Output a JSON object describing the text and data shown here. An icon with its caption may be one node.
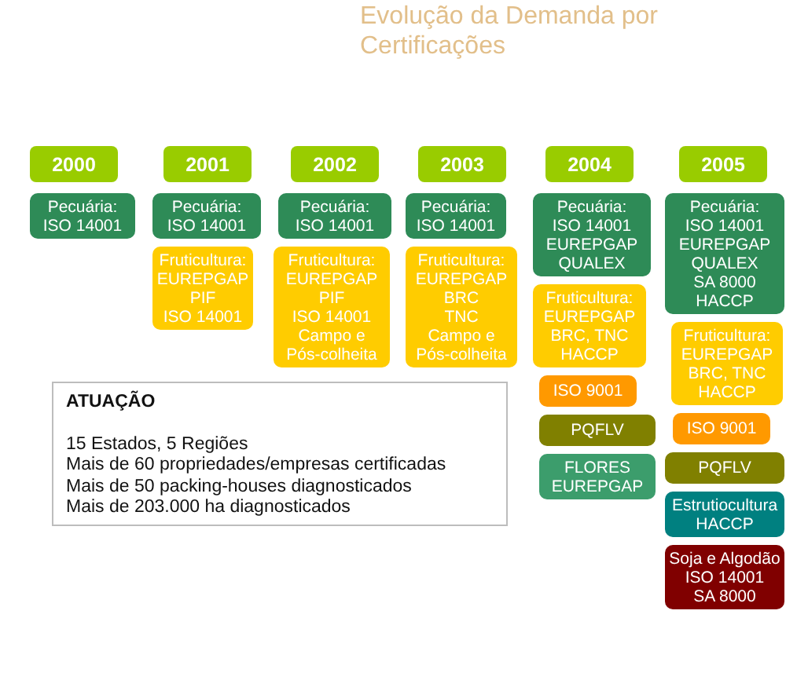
{
  "diagram": {
    "title": "Evolução da Demanda por Certificações",
    "nodes": [
      {
        "text": [
          "2000"
        ]
      },
      {
        "text": [
          "2001"
        ]
      },
      {
        "text": [
          "2002"
        ]
      },
      {
        "text": [
          "2003"
        ]
      },
      {
        "text": [
          "2004"
        ]
      },
      {
        "text": [
          "2005"
        ]
      },
      {
        "text": [
          "Pecuária:",
          "ISO 14001"
        ]
      },
      {
        "text": [
          "Pecuária:",
          "ISO 14001"
        ]
      },
      {
        "text": [
          "Fruticultura:",
          "EUREPGAP",
          "PIF",
          "ISO 14001"
        ]
      },
      {
        "text": [
          "Pecuária:",
          "ISO 14001"
        ]
      },
      {
        "text": [
          "Fruticultura:",
          "EUREPGAP",
          "PIF",
          "ISO 14001",
          "Campo e Pós-colheita"
        ]
      },
      {
        "text": [
          "Pecuária:",
          "ISO 14001"
        ]
      },
      {
        "text": [
          "Fruticultura:",
          "EUREPGAP",
          "BRC",
          "TNC",
          "Campo e Pós-colheita"
        ]
      },
      {
        "text": [
          "Pecuária:",
          "ISO 14001",
          "EUREPGAP",
          "QUALEX"
        ]
      },
      {
        "text": [
          "Fruticultura:",
          "EUREPGAP",
          "BRC, TNC",
          "HACCP"
        ]
      },
      {
        "text": [
          "ISO 9001"
        ]
      },
      {
        "text": [
          "PQFLV"
        ]
      },
      {
        "text": [
          "FLORES",
          "EUREPGAP"
        ]
      },
      {
        "text": [
          "Pecuária:",
          "ISO 14001",
          "EUREPGAP",
          "QUALEX",
          "SA 8000",
          "HACCP"
        ]
      },
      {
        "text": [
          "Fruticultura:",
          "EUREPGAP",
          "BRC, TNC",
          "HACCP"
        ]
      },
      {
        "text": [
          "ISO 9001"
        ]
      },
      {
        "text": [
          "PQFLV"
        ]
      },
      {
        "text": [
          "Estrutiocultura",
          "HACCP"
        ]
      },
      {
        "text": [
          "Soja e Algodão",
          "ISO 14001",
          "SA 8000"
        ]
      },
      {
        "text": [
          "ATUAÇÃO",
          "15 Estados, 5 Regiões",
          "Mais de 60 propriedades/empresas certificadas",
          "Mais de 50 packing-houses diagnosticados",
          "Mais de 203.000 ha diagnosticados"
        ]
      }
    ]
  }
}
